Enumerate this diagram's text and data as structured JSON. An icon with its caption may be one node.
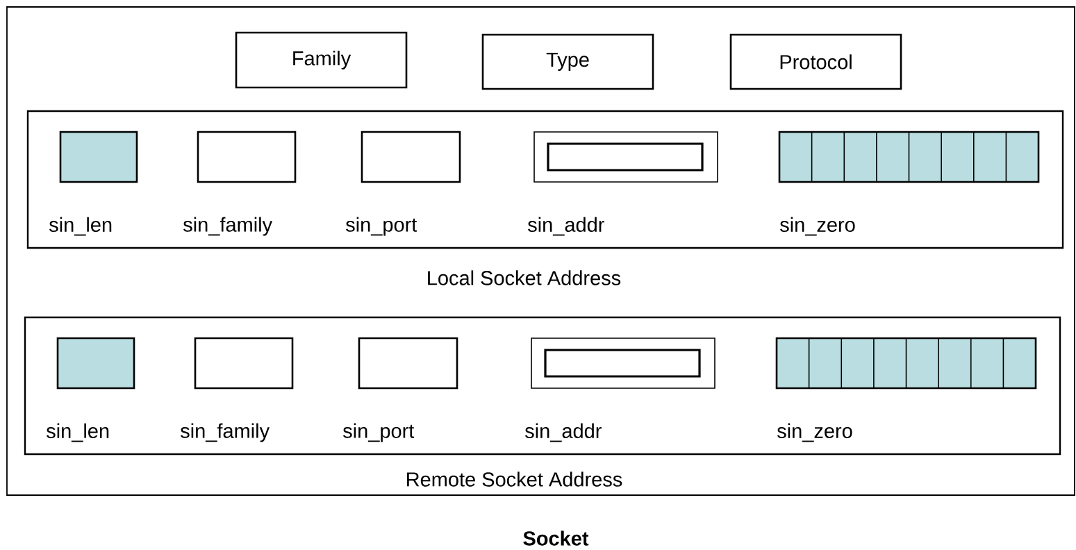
{
  "diagram": {
    "nodes": [
      {
        "text": [
          "Socket"
        ]
      },
      {
        "text": [
          "Family"
        ],
        "in": 0
      },
      {
        "text": [
          "Type"
        ],
        "in": 0
      },
      {
        "text": [
          "Protocol"
        ],
        "in": 0
      },
      {
        "text": [
          "Local Socket Address"
        ],
        "in": 0
      },
      {
        "text": [
          "sin_len"
        ],
        "in": 4
      },
      {
        "text": [
          "sin_family"
        ],
        "in": 4
      },
      {
        "text": [
          "sin_port"
        ],
        "in": 4
      },
      {
        "text": [
          "sin_addr"
        ],
        "in": 4
      },
      {
        "text": [],
        "shape": "box",
        "in": 8
      },
      {
        "text": [
          "sin_zero"
        ],
        "in": 4
      },
      {
        "text": [
          "Remote Socket Address"
        ],
        "in": 0
      },
      {
        "text": [
          "sin_len"
        ],
        "in": 11
      },
      {
        "text": [
          "sin_family"
        ],
        "in": 11
      },
      {
        "text": [
          "sin_port"
        ],
        "in": 11
      },
      {
        "text": [
          "sin_addr"
        ],
        "in": 11
      },
      {
        "text": [],
        "shape": "box",
        "in": 15
      },
      {
        "text": [
          "sin_zero"
        ],
        "in": 11
      }
    ],
    "edges": []
  }
}
